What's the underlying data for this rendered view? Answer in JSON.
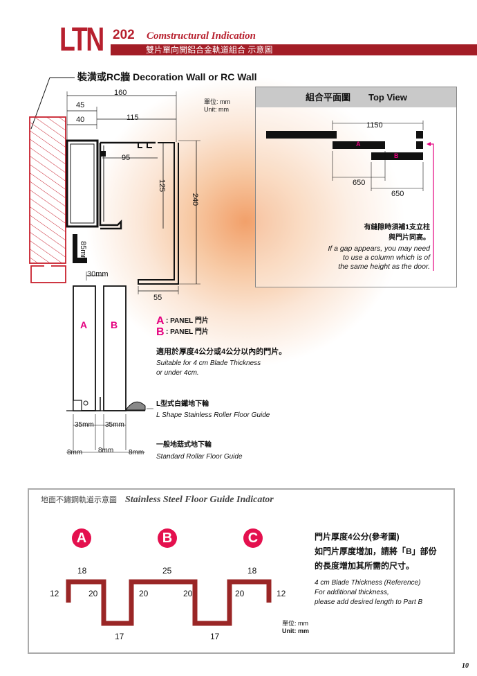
{
  "header": {
    "logo": "LTN",
    "model": "202",
    "subtitle_en": "Comstructural Indication",
    "subtitle_zh": "雙片單向開鋁合金軌道組合 示意圖"
  },
  "drawing": {
    "wall_label": "裝潢或RC牆 Decoration Wall or RC Wall",
    "unit_zh": "單位: mm",
    "unit_en": "Unit: mm",
    "dims": {
      "d160": "160",
      "d45": "45",
      "d40": "40",
      "d115": "115",
      "d95": "95",
      "d125": "125",
      "d240": "240",
      "d55": "55",
      "d85": "85mm",
      "d30": "30mm"
    },
    "panel_a": "A",
    "panel_b": "B"
  },
  "top_view": {
    "title_zh": "組合平面圖",
    "title_en": "Top View",
    "d1150": "1150",
    "label_a": "A",
    "label_b": "B",
    "d650a": "650",
    "d650b": "650",
    "note_zh_1": "有縫隙時須補1支立柱",
    "note_zh_2": "與門片同高。",
    "note_en_1": "If a gap appears, you may need",
    "note_en_2": "to use a column which is of",
    "note_en_3": "the same height as the door."
  },
  "legend": {
    "a_letter": "A",
    "a_text": ": PANEL  門片",
    "b_letter": "B",
    "b_text": ": PANEL  門片"
  },
  "thickness": {
    "zh": "適用於厚度4公分或4公分以內的門片。",
    "en_1": "Suitable for 4 cm Blade Thickness",
    "en_2": "or under 4cm."
  },
  "floor_guides": {
    "l_shape_zh": "L型式白鐵地下輪",
    "l_shape_en": "L Shape Stainless Roller Floor Guide",
    "standard_zh": "一般地菇式地下輪",
    "standard_en": "Standard Rollar Floor Guide",
    "d35a": "35mm",
    "d35b": "35mm",
    "d8a": "8mm",
    "d8b": "8mm",
    "d8c": "8mm"
  },
  "indicator": {
    "title_zh": "地面不鏽鋼軌道示意圖",
    "title_en": "Stainless Steel Floor Guide Indicator",
    "circles": [
      "A",
      "B",
      "C"
    ],
    "dims": {
      "top_left": "18",
      "top_mid": "25",
      "top_right": "18",
      "left_12": "12",
      "right_12": "12",
      "w20_1": "20",
      "w20_2": "20",
      "w20_3": "20",
      "w20_4": "20",
      "bottom_1": "17",
      "bottom_2": "17"
    },
    "right_zh_1": "門片厚度4公分(參考圖)",
    "right_zh_2": "如門片厚度增加，請將「B」部份",
    "right_zh_3": "的長度增加其所需的尺寸。",
    "right_en_1": "4 cm Blade Thickness (Reference)",
    "right_en_2": "For additional thickness,",
    "right_en_3": "please add desired length to Part B",
    "unit_zh": "單位: mm",
    "unit_en": "Unit: mm"
  },
  "page_number": "10"
}
